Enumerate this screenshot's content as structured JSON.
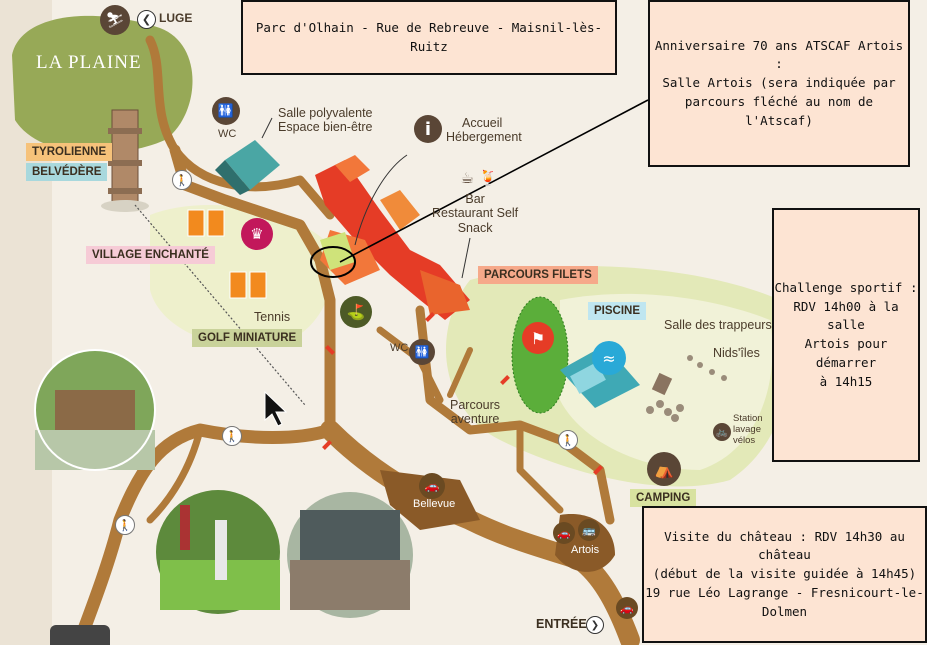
{
  "info_boxes": {
    "address": "Parc d'Olhain - Rue de Rebreuve - Maisnil-lès-Ruitz",
    "anniversary": [
      "Anniversaire 70 ans ATSCAF Artois :",
      "Salle Artois (sera indiquée par",
      "parcours fléché au nom de l'Atscaf)"
    ],
    "challenge": [
      "Challenge sportif :",
      "RDV 14h00 à la salle",
      "Artois pour démarrer",
      "à 14h15"
    ],
    "visit": [
      "Visite du château : RDV 14h30 au",
      "château",
      "(début de la visite guidée à 14h45)",
      "19 rue Léo Lagrange - Fresnicourt-le-",
      "Dolmen"
    ]
  },
  "map_labels": {
    "luge": "LUGE",
    "la_plaine": "LA PLAINE",
    "tyrolienne": "TYROLIENNE",
    "belvedere": "BELVÉDÈRE",
    "wc1": "WC",
    "salle_polyvalente": [
      "Salle polyvalente",
      "Espace bien-être"
    ],
    "accueil": [
      "Accueil",
      "Hébergement"
    ],
    "bar": [
      "Bar",
      "Restaurant Self",
      "Snack"
    ],
    "village_enchante": "VILLAGE ENCHANTÉ",
    "parcours_filets": "PARCOURS FILETS",
    "tennis": "Tennis",
    "golf_miniature": "GOLF MINIATURE",
    "piscine": "PISCINE",
    "salle_trappeurs": "Salle des trappeurs",
    "nids_iles": "Nids'îles",
    "wc2": "WC",
    "parcours_aventure": [
      "Parcours",
      "aventure"
    ],
    "station": [
      "Station",
      "lavage",
      "vélos"
    ],
    "camping": "CAMPING",
    "bellevue": "Bellevue",
    "artois": "Artois",
    "entree": "ENTRÉE"
  },
  "colors": {
    "path": "#b07a3a",
    "meadow": "#eef0cc",
    "forest": "#97a957",
    "building_red": "#e53c26",
    "building_orange": "#f2773a",
    "teal": "#3fa9b5",
    "box_fill": "#fde4d3"
  },
  "icons": [
    "luge-icon",
    "info-icon",
    "wc-icon",
    "restaurant-icon",
    "camping-icon",
    "parking-icon",
    "hiker-icon",
    "bike-icon",
    "pool-icon"
  ]
}
